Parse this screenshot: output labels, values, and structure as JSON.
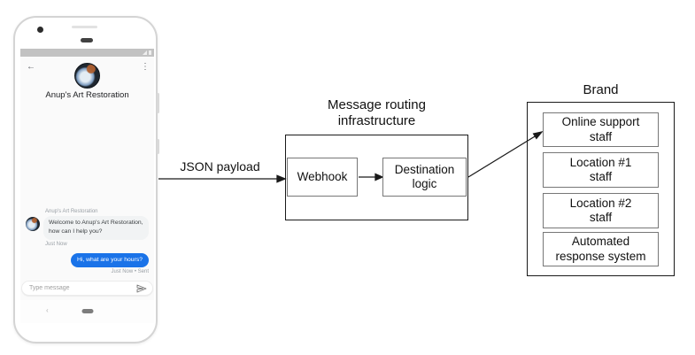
{
  "phone": {
    "header": {
      "back_icon": "←",
      "menu_icon": "⋮",
      "title": "Anup's Art Restoration"
    },
    "conversation": {
      "sender_label": "Anup's Art Restoration",
      "incoming_line1": "Welcome to Anup's Art Restoration,",
      "incoming_line2": "how can I help you?",
      "incoming_time": "Just Now",
      "outgoing_text": "Hi, what are your hours?",
      "outgoing_time": "Just Now • Sent",
      "avatar_icon": "artwork-photo"
    },
    "composer": {
      "placeholder": "Type message",
      "send_icon": "paper-plane"
    },
    "nav": {
      "back_icon": "‹"
    }
  },
  "diagram": {
    "json_arrow_label": "JSON payload",
    "routing": {
      "title_line1": "Message routing",
      "title_line2": "infrastructure",
      "webhook_label": "Webhook",
      "destination_line1": "Destination",
      "destination_line2": "logic"
    },
    "brand": {
      "title": "Brand",
      "items": [
        {
          "line1": "Online support",
          "line2": "staff"
        },
        {
          "line1": "Location #1",
          "line2": "staff"
        },
        {
          "line1": "Location #2",
          "line2": "staff"
        },
        {
          "line1": "Automated",
          "line2": "response system"
        }
      ]
    }
  },
  "colors": {
    "outgoing_bubble": "#1a73e8",
    "incoming_bubble": "#f1f3f4",
    "status_bar": "#c2c2c2",
    "diagram_border": "#1a1a1a",
    "inner_box_border": "#777777"
  }
}
